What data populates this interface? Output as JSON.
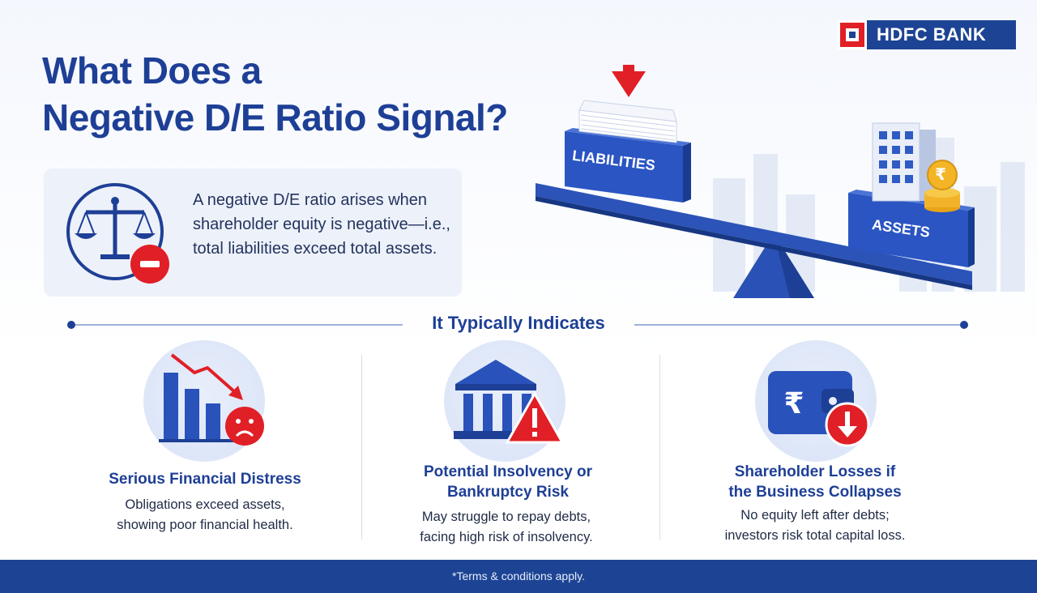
{
  "brand": {
    "name": "HDFC BANK",
    "colors": {
      "primary": "#1d4494",
      "accent_red": "#e11f26"
    }
  },
  "header": {
    "title_line1": "What Does a",
    "title_line2": "Negative D/E Ratio Signal?"
  },
  "definition": {
    "icon": "balance-scale-minus-icon",
    "text": "A negative D/E ratio arises when shareholder equity is negative—i.e., total liabilities exceed total assets."
  },
  "illustration": {
    "liabilities_label": "LIABILITIES",
    "assets_label": "ASSETS",
    "currency_symbol": "₹",
    "icons": [
      "down-arrow-icon",
      "paper-stack-icon",
      "office-building-icon",
      "rupee-coin-stack-icon",
      "seesaw-icon"
    ]
  },
  "section": {
    "heading": "It Typically Indicates"
  },
  "indicators": [
    {
      "icon": "declining-bar-chart-sad-face-icon",
      "title": "Serious Financial Distress",
      "desc_line1": "Obligations exceed assets,",
      "desc_line2": "showing poor financial health."
    },
    {
      "icon": "bank-building-warning-icon",
      "title_line1": "Potential Insolvency or",
      "title_line2": "Bankruptcy Risk",
      "desc_line1": "May struggle to repay debts,",
      "desc_line2": "facing high risk of insolvency."
    },
    {
      "icon": "wallet-rupee-down-arrow-icon",
      "title_line1": "Shareholder Losses if",
      "title_line2": "the Business Collapses",
      "desc_line1": "No equity left after debts;",
      "desc_line2": "investors risk total capital loss."
    }
  ],
  "footer": {
    "text": "*Terms & conditions apply."
  }
}
